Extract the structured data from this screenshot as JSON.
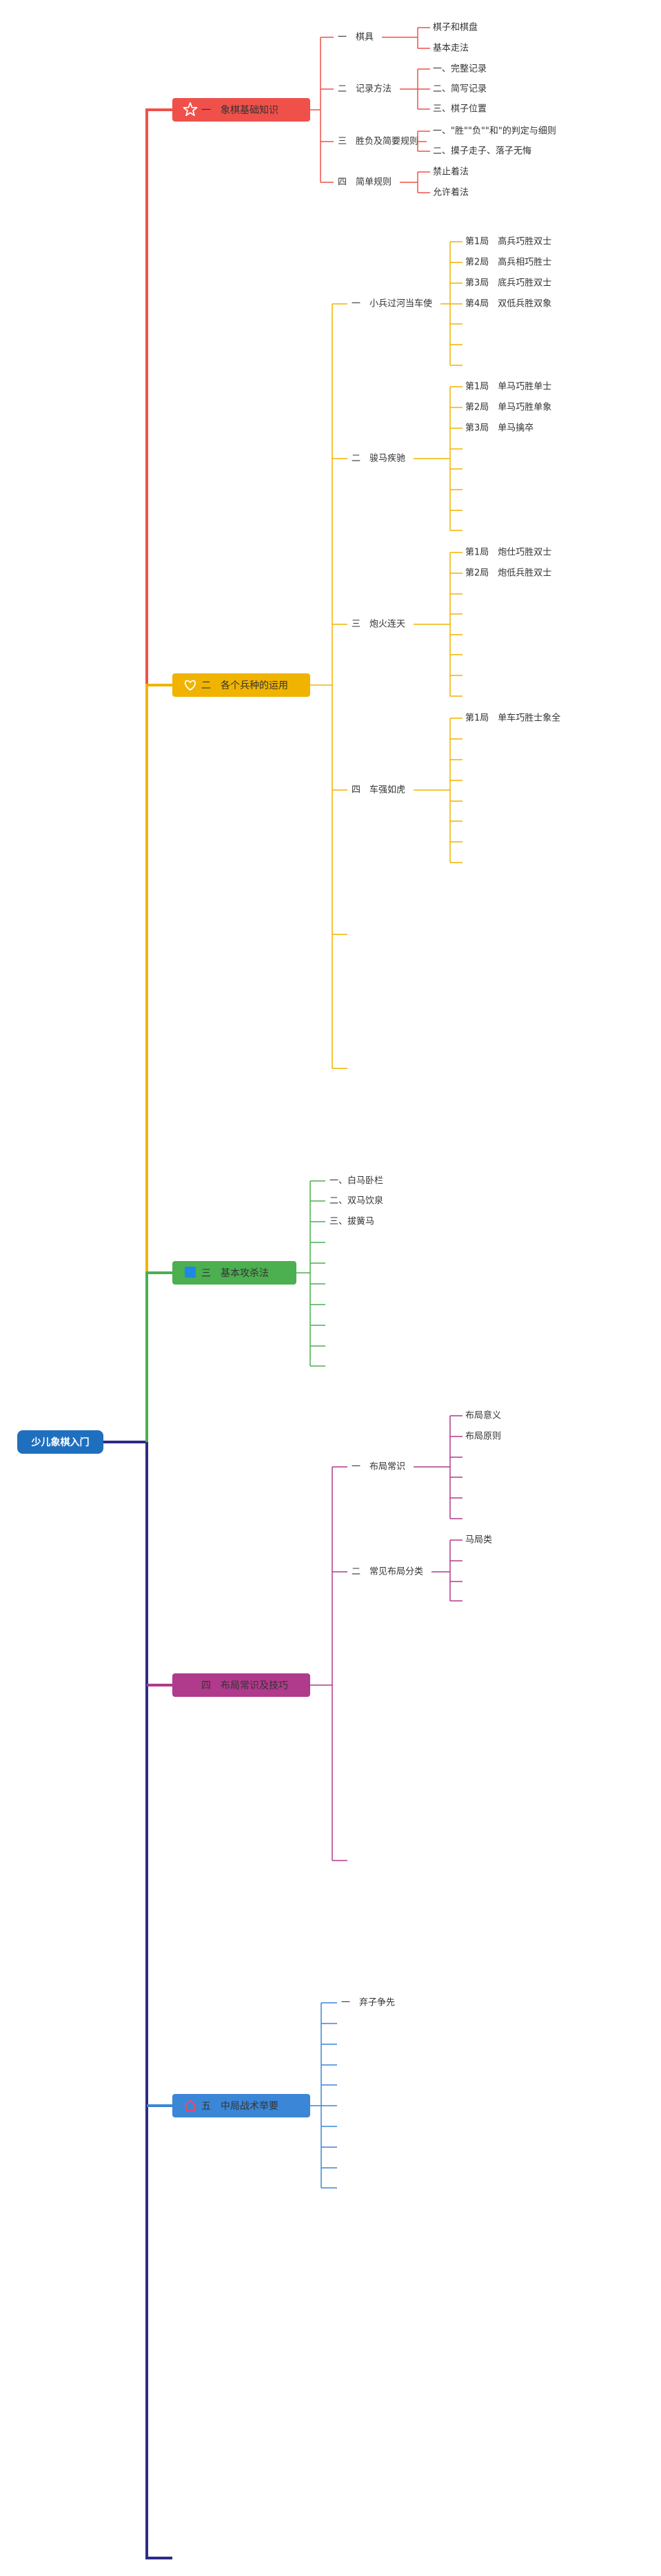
{
  "root": {
    "label": "少儿象棋入门",
    "color": "#1f6fbf"
  },
  "branches": [
    {
      "id": "b1",
      "label": "一　象棋基础知识",
      "color": "#f0504a",
      "icon": "star-icon",
      "children": [
        {
          "label": "一　棋具",
          "children": [
            {
              "label": "棋子和棋盘"
            },
            {
              "label": "基本走法"
            }
          ]
        },
        {
          "label": "二　记录方法",
          "children": [
            {
              "label": "一、完整记录"
            },
            {
              "label": "二、简写记录"
            },
            {
              "label": "三、棋子位置"
            }
          ]
        },
        {
          "label": "三　胜负及简要规则",
          "children": [
            {
              "label": "一、\"胜\"\"负\"\"和\"的判定与细则"
            },
            {
              "label": "二、摸子走子、落子无悔"
            }
          ]
        },
        {
          "label": "四　简单规则",
          "children": [
            {
              "label": "禁止着法"
            },
            {
              "label": "允许着法"
            }
          ]
        }
      ]
    },
    {
      "id": "b2",
      "label": "二　各个兵种的运用",
      "color": "#f0b400",
      "icon": "heart-icon",
      "children": [
        {
          "label": "一　小兵过河当车使",
          "children": [
            {
              "label": "第1局　高兵巧胜双士"
            },
            {
              "label": "第2局　高兵相巧胜士"
            },
            {
              "label": "第3局　底兵巧胜双士"
            },
            {
              "label": "第4局　双低兵胜双象"
            },
            {
              "label": ""
            },
            {
              "label": ""
            },
            {
              "label": ""
            }
          ]
        },
        {
          "label": "二　骏马疾驰",
          "children": [
            {
              "label": "第1局　单马巧胜单士"
            },
            {
              "label": "第2局　单马巧胜单象"
            },
            {
              "label": "第3局　单马擒卒"
            },
            {
              "label": ""
            },
            {
              "label": ""
            },
            {
              "label": ""
            },
            {
              "label": ""
            },
            {
              "label": ""
            }
          ]
        },
        {
          "label": "三　炮火连天",
          "children": [
            {
              "label": "第1局　炮仕巧胜双士"
            },
            {
              "label": "第2局　炮低兵胜双士"
            },
            {
              "label": ""
            },
            {
              "label": ""
            },
            {
              "label": ""
            },
            {
              "label": ""
            },
            {
              "label": ""
            },
            {
              "label": ""
            }
          ]
        },
        {
          "label": "四　车强如虎",
          "children": [
            {
              "label": "第1局　单车巧胜士象全"
            },
            {
              "label": ""
            },
            {
              "label": ""
            },
            {
              "label": ""
            },
            {
              "label": ""
            },
            {
              "label": ""
            },
            {
              "label": ""
            },
            {
              "label": ""
            }
          ]
        },
        {
          "label": "",
          "children": []
        },
        {
          "label": "",
          "children": []
        }
      ]
    },
    {
      "id": "b3",
      "label": "三　基本攻杀法",
      "color": "#4caf50",
      "icon": "flag-icon",
      "children": [
        {
          "label": "一、白马卧栏",
          "children": []
        },
        {
          "label": "二、双马饮泉",
          "children": []
        },
        {
          "label": "三、拔簧马",
          "children": []
        },
        {
          "label": "",
          "children": []
        },
        {
          "label": "",
          "children": []
        },
        {
          "label": "",
          "children": []
        },
        {
          "label": "",
          "children": []
        },
        {
          "label": "",
          "children": []
        },
        {
          "label": "",
          "children": []
        },
        {
          "label": "",
          "children": []
        }
      ]
    },
    {
      "id": "b4",
      "label": "四　布局常识及技巧",
      "color": "#b03a8c",
      "icon": "",
      "children": [
        {
          "label": "一　布局常识",
          "children": [
            {
              "label": "布局意义"
            },
            {
              "label": "布局原则"
            },
            {
              "label": ""
            },
            {
              "label": ""
            },
            {
              "label": ""
            },
            {
              "label": ""
            }
          ]
        },
        {
          "label": "二　常见布局分类",
          "children": [
            {
              "label": "马局类"
            },
            {
              "label": ""
            },
            {
              "label": ""
            },
            {
              "label": ""
            }
          ]
        },
        {
          "label": "",
          "children": []
        }
      ]
    },
    {
      "id": "b5",
      "label": "五　中局战术举要",
      "color": "#3b86d6",
      "icon": "home-icon",
      "children": [
        {
          "label": "一　弃子争先",
          "children": []
        },
        {
          "label": "",
          "children": []
        },
        {
          "label": "",
          "children": []
        },
        {
          "label": "",
          "children": []
        },
        {
          "label": "",
          "children": []
        },
        {
          "label": "",
          "children": []
        },
        {
          "label": "",
          "children": []
        },
        {
          "label": "",
          "children": []
        },
        {
          "label": "",
          "children": []
        },
        {
          "label": "",
          "children": []
        }
      ]
    }
  ],
  "spine_color": "#2e2a86"
}
